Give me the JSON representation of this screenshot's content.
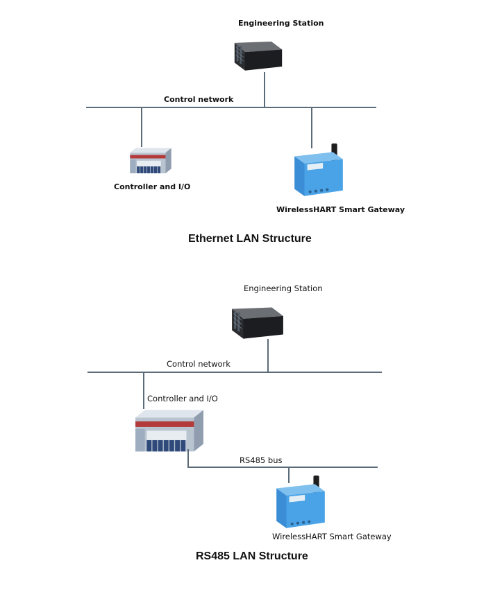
{
  "top": {
    "engineering_station": "Engineering Station",
    "control_network": "Control network",
    "controller": "Controller and I/O",
    "gateway": "WirelessHART Smart Gateway",
    "caption": "Ethernet LAN Structure"
  },
  "bottom": {
    "engineering_station": "Engineering Station",
    "control_network": "Control network",
    "controller": "Controller and I/O",
    "bus": "RS485 bus",
    "gateway": "WirelessHART Smart Gateway",
    "caption": "RS485 LAN Structure"
  }
}
